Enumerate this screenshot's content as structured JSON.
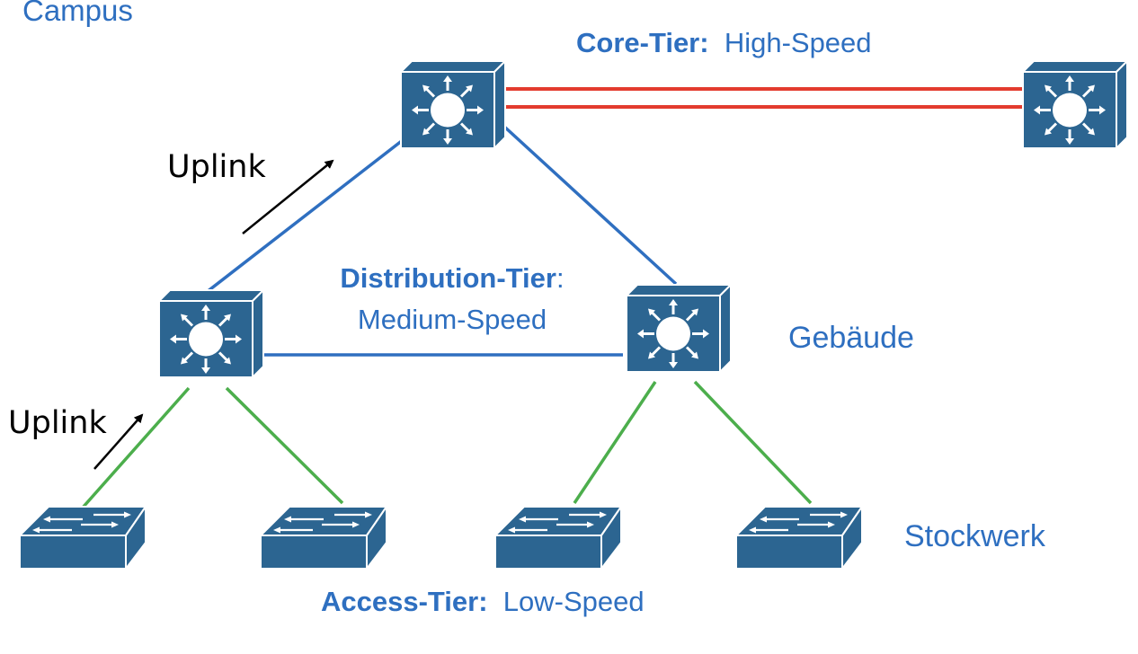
{
  "colors": {
    "device_fill": "#2c6591",
    "device_stroke": "#ffffff",
    "label_blue": "#2e6fc0",
    "core_link": "#e33b2e",
    "distribution_link": "#2f6fc0",
    "access_link": "#4cae4c",
    "arrow": "#000000"
  },
  "labels": {
    "campus": "Campus",
    "gebaeude": "Gebäude",
    "stockwerk": "Stockwerk",
    "core_tier_bold": "Core-Tier:",
    "core_tier_speed": "High-Speed",
    "distribution_tier_bold": "Distribution-Tier",
    "distribution_tier_colon": ":",
    "distribution_tier_speed": "Medium-Speed",
    "access_tier_bold": "Access-Tier:",
    "access_tier_speed": "Low-Speed",
    "uplink_upper": "Uplink",
    "uplink_lower": "Uplink"
  },
  "devices": [
    {
      "id": "core-1",
      "type": "layer3-switch",
      "tier": "core"
    },
    {
      "id": "core-2",
      "type": "layer3-switch",
      "tier": "core"
    },
    {
      "id": "dist-1",
      "type": "layer3-switch",
      "tier": "distribution"
    },
    {
      "id": "dist-2",
      "type": "layer3-switch",
      "tier": "distribution"
    },
    {
      "id": "access-1",
      "type": "layer2-switch",
      "tier": "access"
    },
    {
      "id": "access-2",
      "type": "layer2-switch",
      "tier": "access"
    },
    {
      "id": "access-3",
      "type": "layer2-switch",
      "tier": "access"
    },
    {
      "id": "access-4",
      "type": "layer2-switch",
      "tier": "access"
    }
  ],
  "links": [
    {
      "from": "core-1",
      "to": "core-2",
      "kind": "core",
      "count": 2
    },
    {
      "from": "dist-1",
      "to": "core-1",
      "kind": "distribution"
    },
    {
      "from": "dist-2",
      "to": "core-1",
      "kind": "distribution"
    },
    {
      "from": "dist-1",
      "to": "dist-2",
      "kind": "distribution"
    },
    {
      "from": "access-1",
      "to": "dist-1",
      "kind": "access"
    },
    {
      "from": "access-2",
      "to": "dist-1",
      "kind": "access"
    },
    {
      "from": "access-3",
      "to": "dist-2",
      "kind": "access"
    },
    {
      "from": "access-4",
      "to": "dist-2",
      "kind": "access"
    }
  ]
}
